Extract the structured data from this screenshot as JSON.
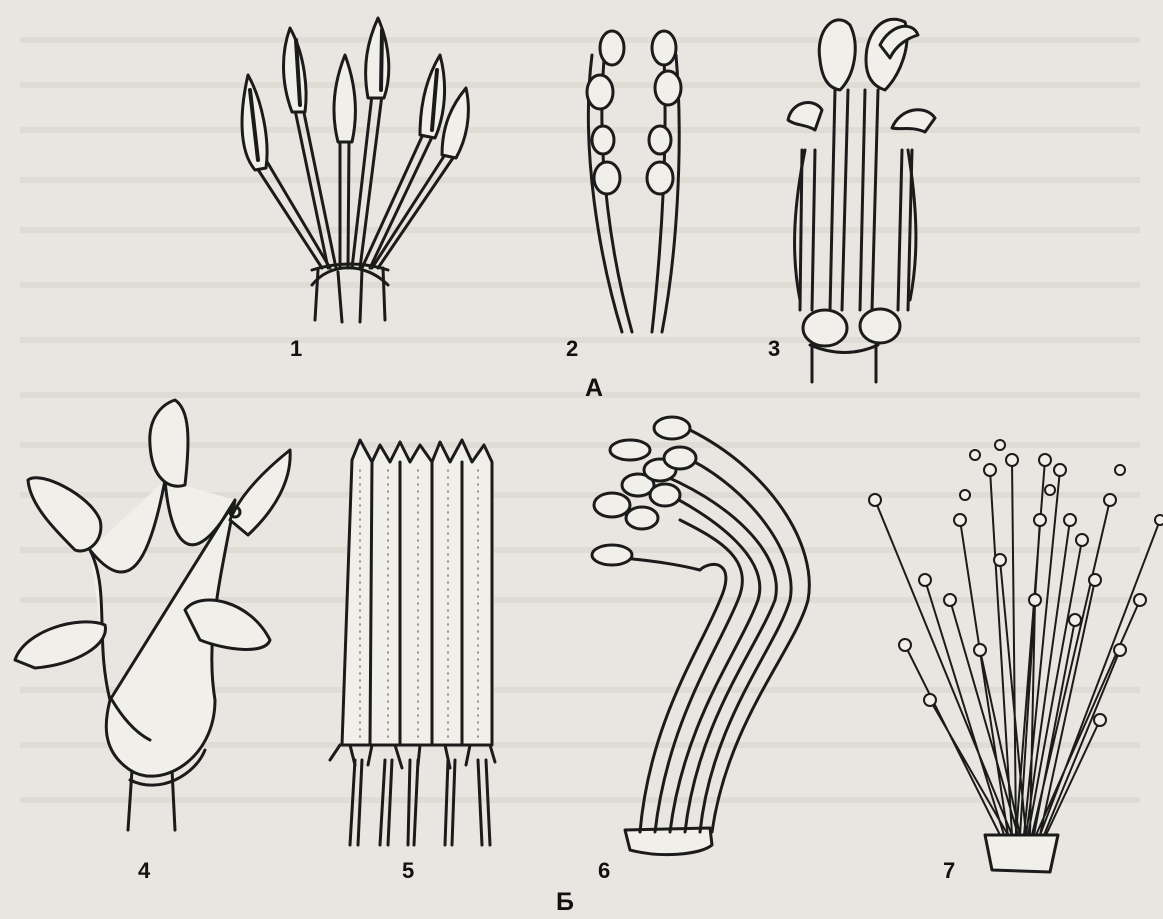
{
  "figure": {
    "group_labels": {
      "top": "А",
      "bottom": "Б"
    },
    "panels": [
      {
        "number": "1"
      },
      {
        "number": "2"
      },
      {
        "number": "3"
      },
      {
        "number": "4"
      },
      {
        "number": "5"
      },
      {
        "number": "6"
      },
      {
        "number": "7"
      }
    ]
  },
  "colors": {
    "ink": "#1b1b1b",
    "paper": "#e9e6e1"
  }
}
